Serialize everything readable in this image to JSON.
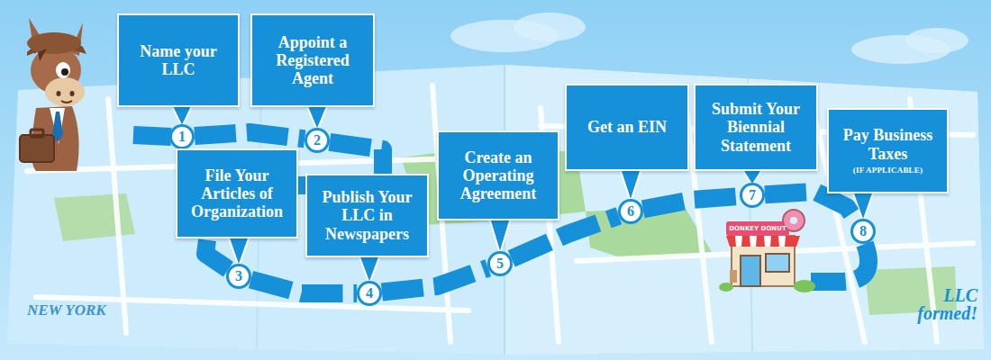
{
  "diagram": {
    "nodes": [
      {
        "text": [
          "Name your LLC"
        ]
      },
      {
        "text": [
          "1"
        ]
      },
      {
        "text": [
          "Appoint a Registered Agent"
        ]
      },
      {
        "text": [
          "2"
        ]
      },
      {
        "text": [
          "File Your Articles of Organization"
        ]
      },
      {
        "text": [
          "3"
        ]
      },
      {
        "text": [
          "Publish Your LLC in Newspapers"
        ]
      },
      {
        "text": [
          "4"
        ]
      },
      {
        "text": [
          "Create an Operating Agreement"
        ]
      },
      {
        "text": [
          "5"
        ]
      },
      {
        "text": [
          "Get an EIN"
        ]
      },
      {
        "text": [
          "6"
        ]
      },
      {
        "text": [
          "Submit Your Biennial Statement"
        ]
      },
      {
        "text": [
          "7"
        ]
      },
      {
        "text": [
          "Pay Business Taxes",
          "(IF APPLICABLE)"
        ]
      },
      {
        "text": [
          "8"
        ]
      }
    ],
    "edges": [
      {
        "from": 0,
        "to": 1,
        "arrow": "none"
      },
      {
        "from": 2,
        "to": 3,
        "arrow": "none"
      },
      {
        "from": 4,
        "to": 5,
        "arrow": "none"
      },
      {
        "from": 6,
        "to": 7,
        "arrow": "none"
      },
      {
        "from": 8,
        "to": 9,
        "arrow": "none"
      },
      {
        "from": 10,
        "to": 11,
        "arrow": "none"
      },
      {
        "from": 12,
        "to": 13,
        "arrow": "none"
      },
      {
        "from": 14,
        "to": 15,
        "arrow": "none"
      },
      {
        "from": 1,
        "to": 3,
        "arrow": "none"
      },
      {
        "from": 3,
        "to": 5,
        "arrow": "none"
      },
      {
        "from": 5,
        "to": 7,
        "arrow": "none"
      },
      {
        "from": 7,
        "to": 9,
        "arrow": "none"
      },
      {
        "from": 9,
        "to": 11,
        "arrow": "none"
      },
      {
        "from": 11,
        "to": 13,
        "arrow": "none"
      },
      {
        "from": 13,
        "to": 15,
        "arrow": "none"
      }
    ],
    "labels": [
      "NEW YORK",
      "LLC formed!",
      "DONKEY DONUT"
    ]
  }
}
